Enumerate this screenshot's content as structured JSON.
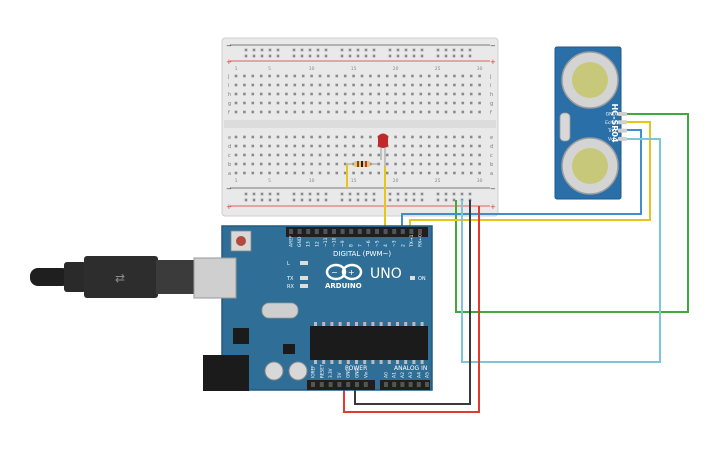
{
  "board": {
    "brand": "ARDUINO",
    "model": "UNO",
    "digital_label": "DIGITAL (PWM~)",
    "analog_label": "ANALOG IN",
    "power_label": "POWER",
    "on_label": "ON",
    "led_l": "L",
    "led_tx": "TX",
    "led_rx": "RX",
    "digital_pins": [
      "AREF",
      "GND",
      "13",
      "12",
      "~11",
      "~10",
      "~9",
      "8",
      "7",
      "~6",
      "~5",
      "4",
      "~3",
      "2",
      "TX→1",
      "RX←0"
    ],
    "power_pins": [
      "IOREF",
      "RESET",
      "3.3V",
      "5V",
      "GND",
      "GND",
      "Vin"
    ],
    "analog_pins": [
      "A0",
      "A1",
      "A2",
      "A3",
      "A4",
      "A5"
    ]
  },
  "sensor": {
    "model": "HC-SR04",
    "pins": [
      "GND",
      "Echo",
      "Trig",
      "Vcc"
    ]
  },
  "breadboard": {
    "rows_top": [
      "j",
      "i",
      "h",
      "g",
      "f"
    ],
    "rows_bottom": [
      "e",
      "d",
      "c",
      "b",
      "a"
    ],
    "column_numbers": [
      "1",
      "",
      "",
      "",
      "5",
      "",
      "",
      "",
      "",
      "10",
      "",
      "",
      "",
      "",
      "15",
      "",
      "",
      "",
      "",
      "20",
      "",
      "",
      "",
      "",
      "25",
      "",
      "",
      "",
      "",
      "30"
    ]
  },
  "colors": {
    "board": "#2f6e96",
    "board_dark": "#245a7d",
    "wire_red": "#e23b2e",
    "wire_black": "#3a3a3a",
    "wire_green": "#3fa93a",
    "wire_yellow": "#e6c61e",
    "wire_blue": "#3f8fcf",
    "wire_cyan": "#7cc6d6",
    "sensor": "#2a6fa7",
    "led": "#c0282a"
  }
}
